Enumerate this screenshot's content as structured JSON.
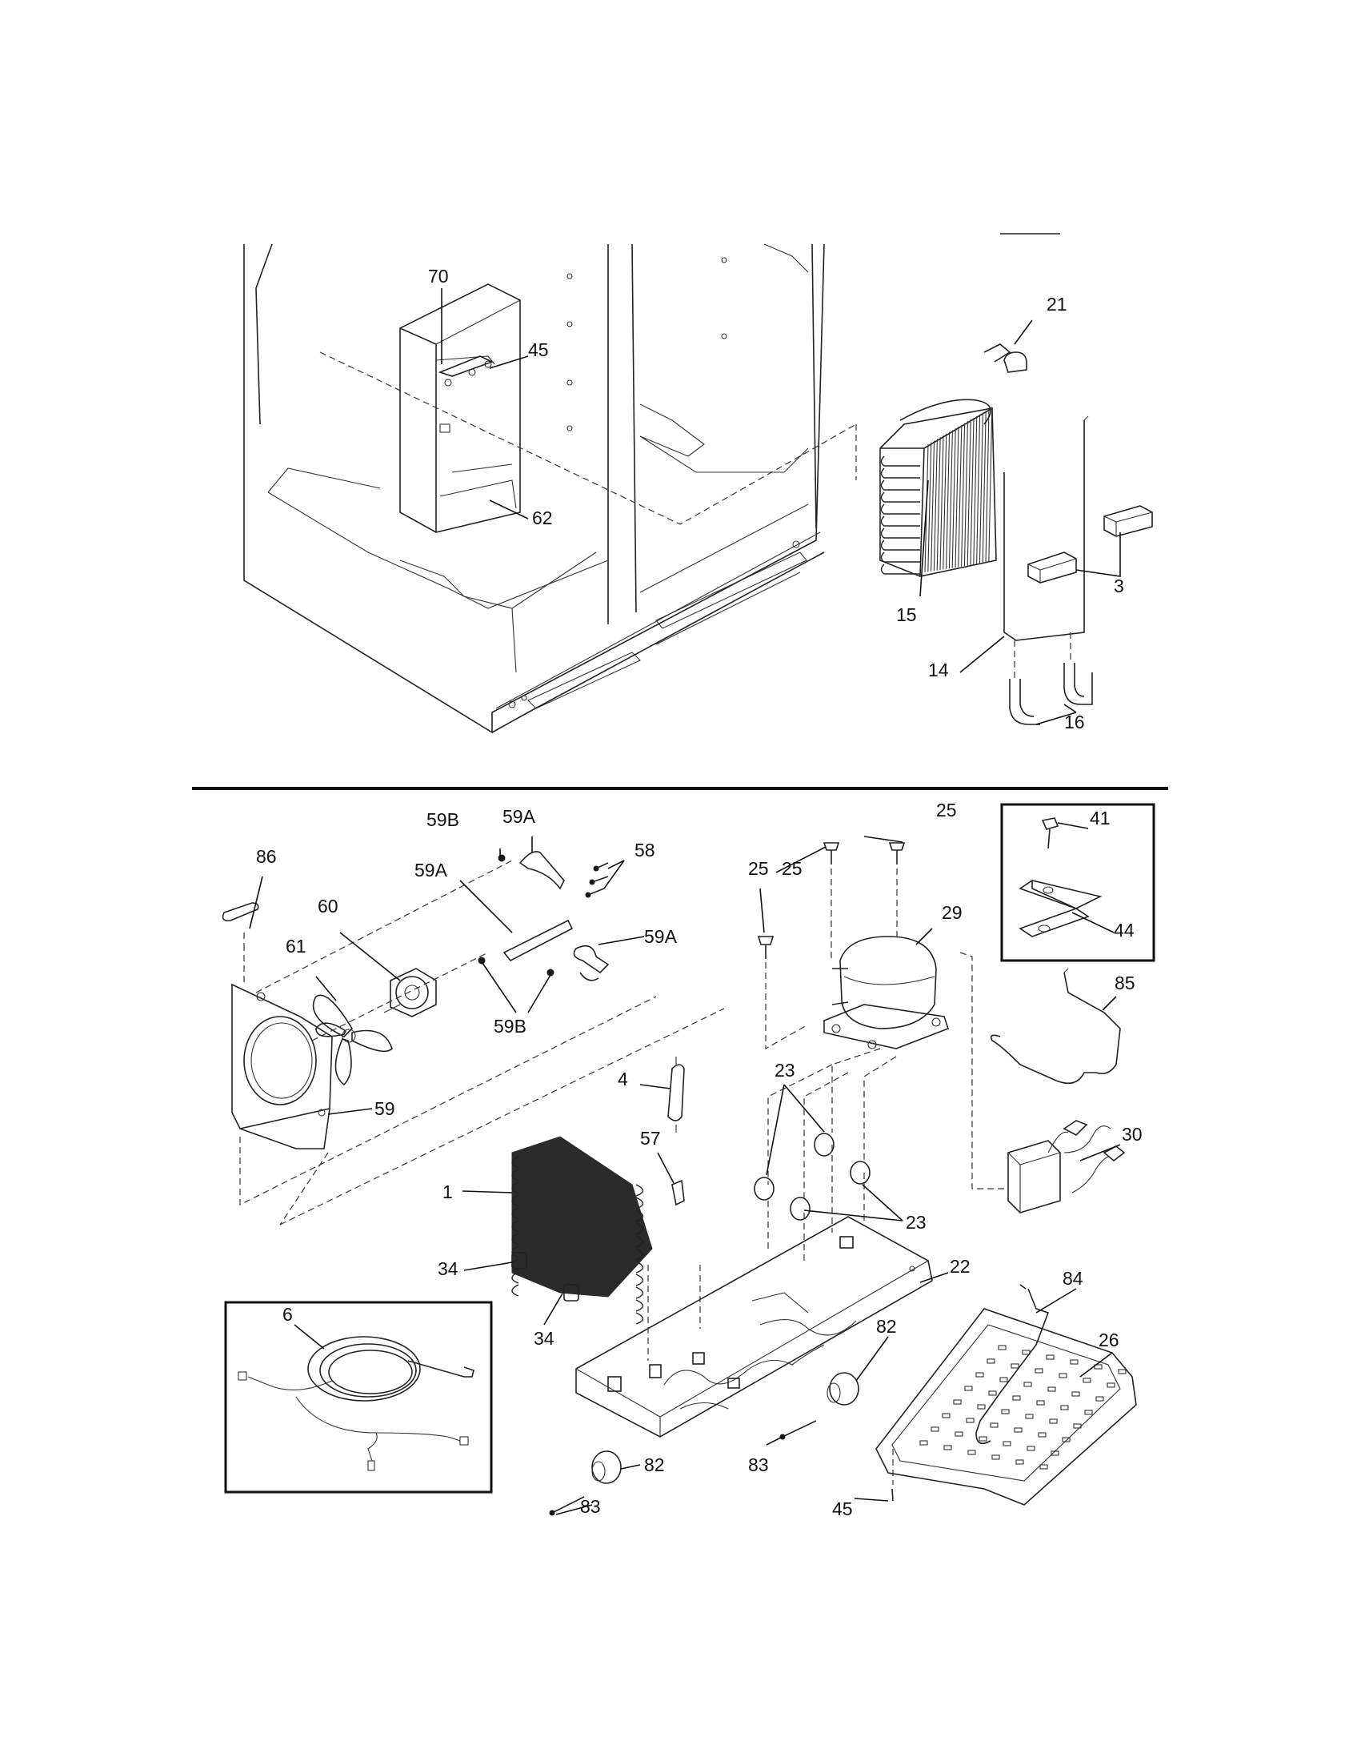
{
  "callouts": {
    "top": [
      "70",
      "45",
      "62",
      "21",
      "15",
      "3",
      "14",
      "16"
    ],
    "bottom": [
      "86",
      "59B",
      "59A",
      "58",
      "59A",
      "60",
      "61",
      "59A",
      "59B",
      "59",
      "25",
      "25",
      "25",
      "29",
      "41",
      "44",
      "85",
      "4",
      "23",
      "57",
      "1",
      "23",
      "30",
      "34",
      "34",
      "22",
      "84",
      "6",
      "82",
      "26",
      "82",
      "83",
      "83",
      "45"
    ]
  }
}
